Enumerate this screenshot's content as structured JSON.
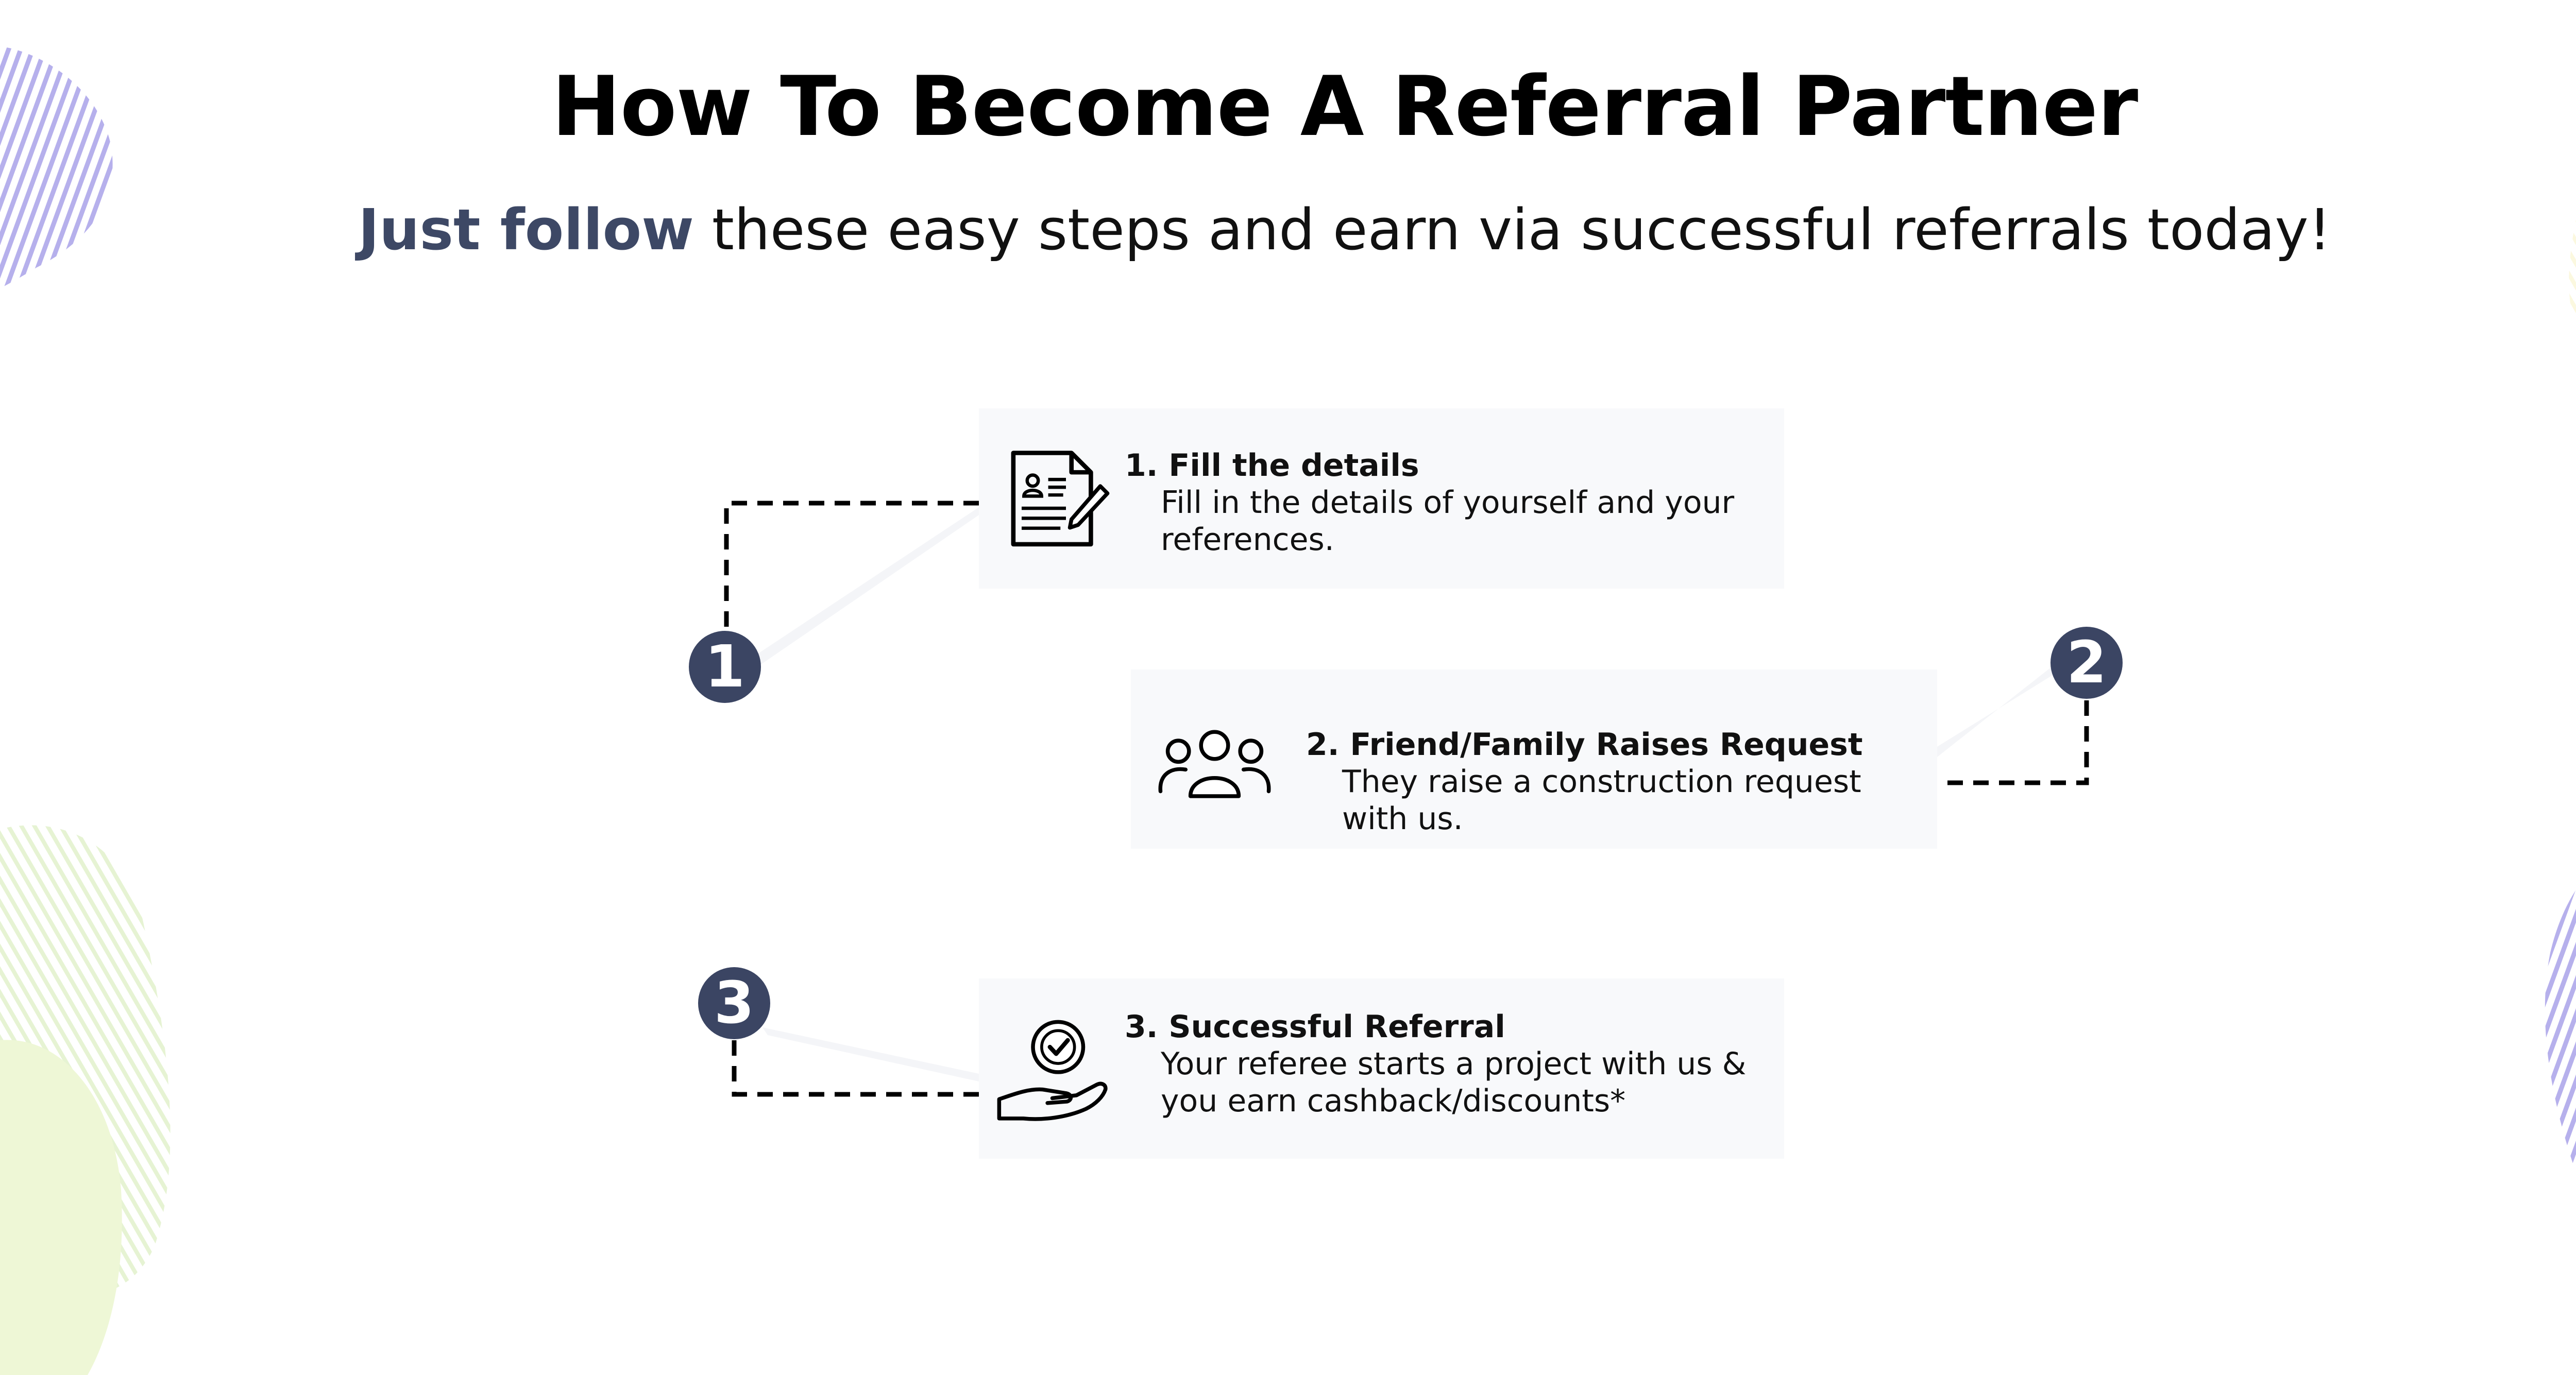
{
  "header": {
    "title": "How To Become A Referral Partner",
    "subtitle_highlight": "Just follow",
    "subtitle_rest": " these easy steps and earn via successful referrals today!"
  },
  "steps": [
    {
      "number": "1",
      "title": "1. Fill the details",
      "description": "Fill in the details of yourself and your references.",
      "icon": "document-form-icon"
    },
    {
      "number": "2",
      "title": "2. Friend/Family Raises Request",
      "description": "They raise a construction request with us.",
      "icon": "people-group-icon"
    },
    {
      "number": "3",
      "title": "3. Successful Referral",
      "description": "Your referee starts a project with us & you earn cashback/discounts*",
      "icon": "hand-checkmark-icon"
    }
  ],
  "colors": {
    "accent": "#3d4865",
    "badge": "#3b4563",
    "card_bg": "#f8f9fb",
    "deco_purple": "#b9b3ee",
    "deco_yellow": "#fbf9d8",
    "deco_green": "#e3f4c7"
  }
}
